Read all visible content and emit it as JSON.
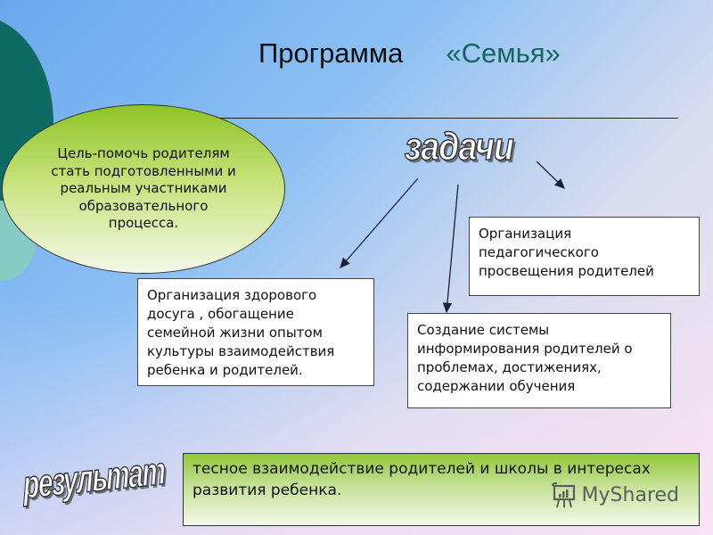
{
  "slide": {
    "title": {
      "main": "Программа",
      "sub": "«Семья»"
    },
    "goal": "Цель-помочь родителям стать подготовленными и реальным участниками образовательного процесса.",
    "tasks_label": "задачи",
    "tasks": [
      {
        "id": "task-pedagogical-education",
        "text": "Организация педагогического просвещения родителей"
      },
      {
        "id": "task-healthy-leisure",
        "text": "Организация здорового досуга , обогащение семейной жизни опытом культуры взаимодействия ребенка и родителей."
      },
      {
        "id": "task-information-system",
        "text": "Создание системы информирования родителей о проблемах, достижениях, содержании обучения"
      }
    ],
    "result_label": "результат",
    "result": "тесное взаимодействие родителей и школы в интересах развития ребенка.",
    "watermark": "MyShared"
  },
  "colors": {
    "title_accent": "#14675e",
    "goal_green": "#8cc425",
    "circle_dark": "#0e6b63",
    "circle_light": "#86cbc4"
  }
}
